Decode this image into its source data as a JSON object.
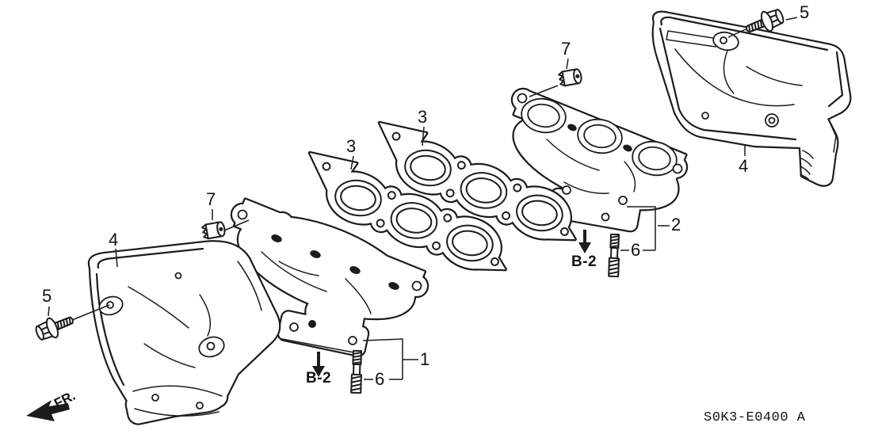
{
  "diagram": {
    "part_code": "S0K3-E0400 A",
    "direction_label": "FR."
  },
  "callouts": {
    "c1": "1",
    "c2": "2",
    "c3a": "3",
    "c3b": "3",
    "c4a": "4",
    "c4b": "4",
    "c5a": "5",
    "c5b": "5",
    "c6a": "6",
    "c6b": "6",
    "c7a": "7",
    "c7b": "7"
  },
  "refs": {
    "front": "B-2",
    "rear": "B-2"
  },
  "colors": {
    "line": "#1c1c1c",
    "background": "#ffffff"
  }
}
